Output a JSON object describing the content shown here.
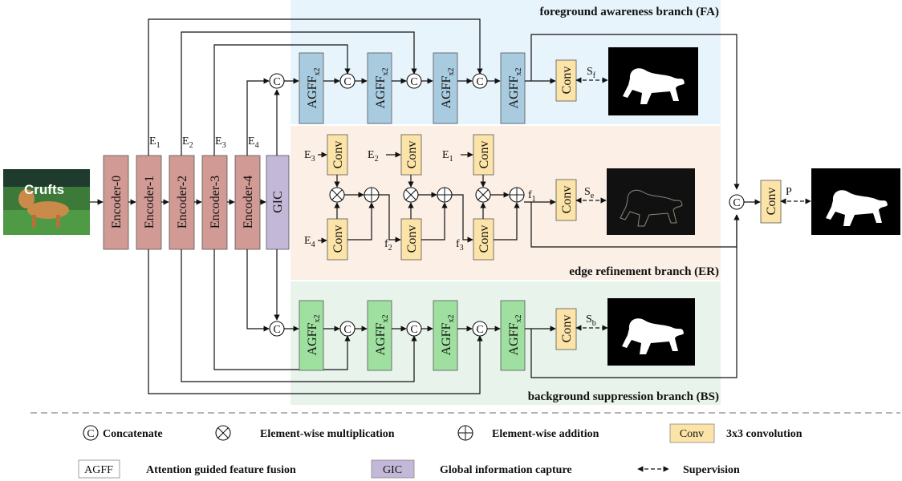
{
  "branches": {
    "fa_title": "foreground awareness branch (FA)",
    "er_title": "edge refinement branch (ER)",
    "bs_title": "background suppression branch (BS)"
  },
  "encoders": [
    "Encoder-0",
    "Encoder-1",
    "Encoder-2",
    "Encoder-3",
    "Encoder-4"
  ],
  "gic": "GIC",
  "encoder_outputs": {
    "e1": "E",
    "e1s": "1",
    "e2": "E",
    "e2s": "2",
    "e3": "E",
    "e3s": "3",
    "e4": "E",
    "e4s": "4"
  },
  "agff": {
    "main": "AGFF",
    "sub": "x2"
  },
  "conv": "Conv",
  "concat_symbol": "C",
  "er_labels": {
    "e3": "E",
    "e3s": "3",
    "e2": "E",
    "e2s": "2",
    "e1": "E",
    "e1s": "1",
    "e4": "E",
    "e4s": "4",
    "f2": "f",
    "f2s": "2",
    "f3": "f",
    "f3s": "3",
    "f1": "f",
    "f1s": "1"
  },
  "supervision_labels": {
    "sf": "S",
    "sfs": "f",
    "se": "S",
    "ses": "e",
    "sb": "S",
    "sbs": "b",
    "p": "P"
  },
  "input_image_text": "Crufts",
  "legend": {
    "concatenate": "Concatenate",
    "multiplication": "Element-wise multiplication",
    "addition": "Element-wise addition",
    "conv_box": "Conv",
    "conv_desc": "3x3 convolution",
    "agff_box": "AGFF",
    "agff_desc": "Attention guided feature fusion",
    "gic_box": "GIC",
    "gic_desc": "Global information capture",
    "supervision": "Supervision"
  },
  "colors": {
    "fa_bg": "#e8f4fb",
    "er_bg": "#fbefe6",
    "bs_bg": "#e8f3ec",
    "encoder": "#d19a94",
    "gic": "#c3b8d8",
    "agff_blue": "#a9cbdf",
    "agff_green": "#9fe0a0",
    "conv": "#fce4a8"
  }
}
